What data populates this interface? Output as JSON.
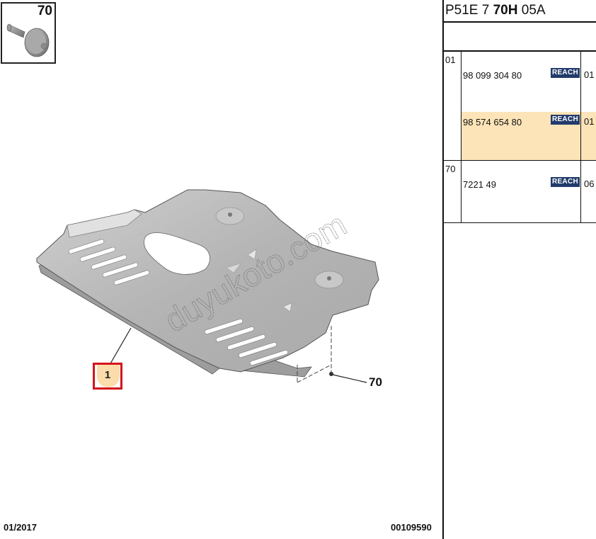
{
  "diagram": {
    "thumbnail": {
      "ref": "70",
      "icon": "fastener-bolt-icon"
    },
    "main_part": "engine-undertray-shield",
    "watermark": "duyukoto.com",
    "callouts": [
      {
        "ref": "1",
        "highlight_color": "#d4141b",
        "fill": "#fbdcaa"
      },
      {
        "ref": "70"
      }
    ],
    "footer": {
      "date": "01/2017",
      "illustration_id": "00109590"
    }
  },
  "panel": {
    "code": {
      "part1": "P51E 7 ",
      "bold": "70H",
      "part2": " 05A"
    },
    "rows": [
      {
        "ref": "01",
        "part_number": "98 099 304 80",
        "badge": "REACH",
        "qty": "01",
        "highlighted": false
      },
      {
        "ref": "",
        "part_number": "98 574 654 80",
        "badge": "REACH",
        "qty": "01",
        "highlighted": true
      },
      {
        "ref": "70",
        "part_number": "7221 49",
        "badge": "REACH",
        "qty": "06",
        "highlighted": false
      }
    ],
    "colors": {
      "badge_bg": "#223b6b",
      "highlight_bg": "#fce4b8"
    }
  }
}
